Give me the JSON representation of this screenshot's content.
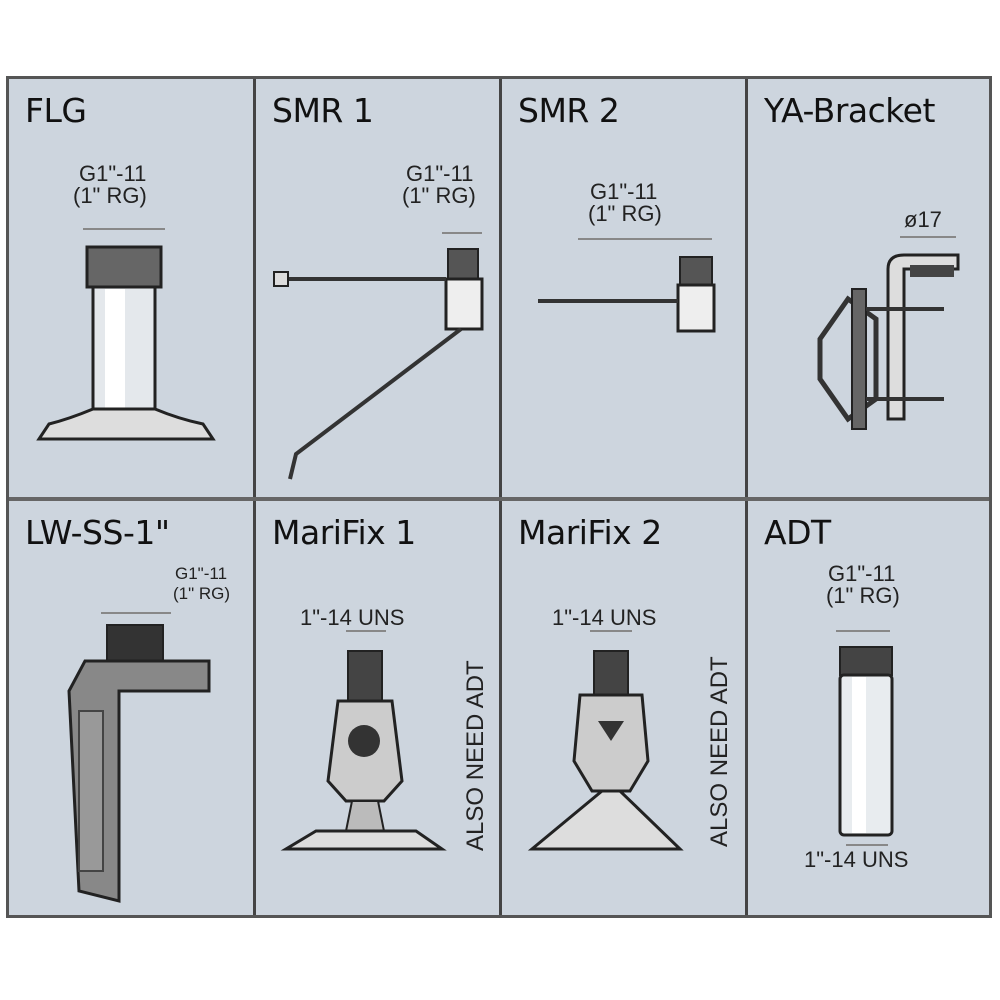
{
  "cells": [
    {
      "title": "FLG",
      "label1": "G1\"-11",
      "label2": "(1\" RG)"
    },
    {
      "title": "SMR 1",
      "label1": "G1\"-11",
      "label2": "(1\" RG)"
    },
    {
      "title": "SMR 2",
      "label1": "G1\"-11",
      "label2": "(1\" RG)"
    },
    {
      "title": "YA-Bracket",
      "label1": "ø17"
    },
    {
      "title": "LW-SS-1\"",
      "label1": "G1\"-11",
      "label2": "(1\" RG)"
    },
    {
      "title": "MariFix 1",
      "label1": "1\"-14 UNS",
      "note": "ALSO NEED ADT"
    },
    {
      "title": "MariFix 2",
      "label1": "1\"-14 UNS",
      "note": "ALSO NEED ADT"
    },
    {
      "title": "ADT",
      "label1": "G1\"-11",
      "label2": "(1\" RG)",
      "label3": "1\"-14 UNS"
    }
  ]
}
